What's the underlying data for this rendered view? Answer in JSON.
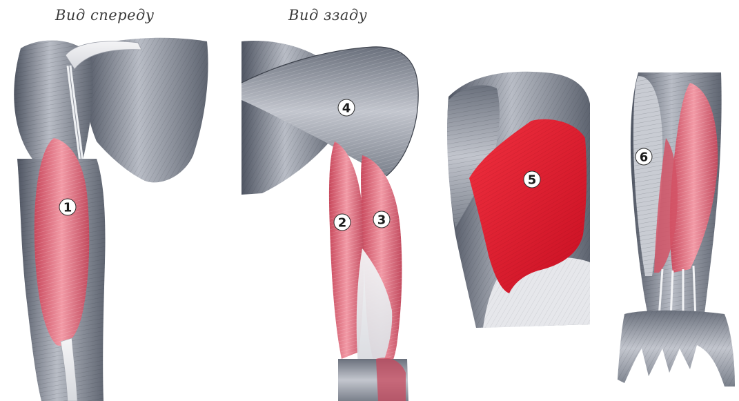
{
  "captions": {
    "front_view": "Вид спереду",
    "back_view": "Вид ззаду"
  },
  "markers": [
    {
      "label": "1"
    },
    {
      "label": "2"
    },
    {
      "label": "3"
    },
    {
      "label": "4"
    },
    {
      "label": "5"
    },
    {
      "label": "6"
    }
  ],
  "colors": {
    "muscle_highlight_light": "#e26f80",
    "muscle_highlight_strong": "#d9142a",
    "muscle_grey": "#8a8f9a",
    "muscle_grey_dark": "#5c626e",
    "tendon": "#e9eaee"
  }
}
